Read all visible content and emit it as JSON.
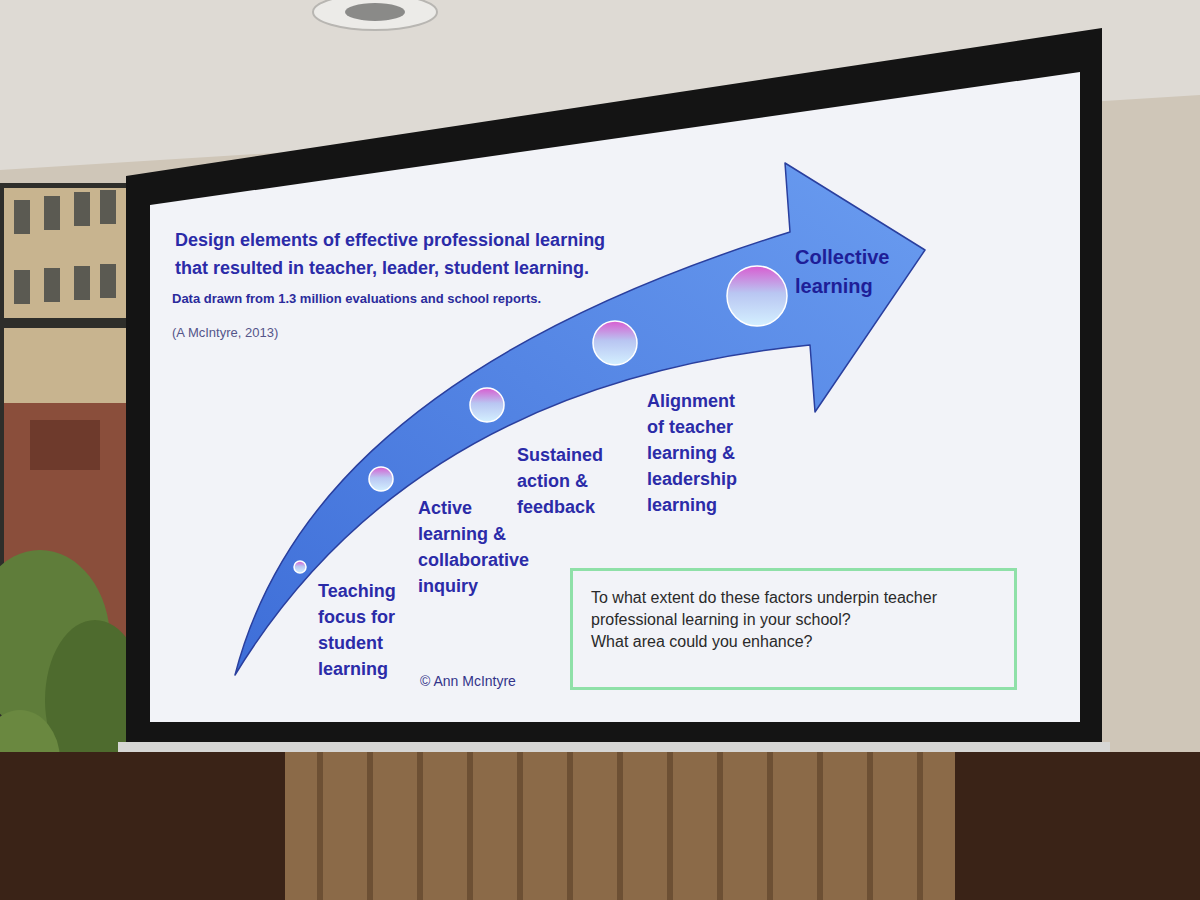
{
  "diagram": {
    "title": "Design elements of effective professional learning that resulted in teacher, leader, student learning.",
    "nodes": [
      {
        "text": [
          "Collective learning"
        ]
      },
      {
        "text": [
          "To what extent do these factors underpin teacher professional learning in your school?",
          "What area could you enhance?"
        ]
      }
    ],
    "labels": [
      "Data drawn from 1.3 million evaluations and school reports.",
      "(A McIntyre, 2013)",
      "Teaching focus for student learning",
      "Active learning & collaborative inquiry",
      "Sustained action & feedback",
      "Alignment of teacher learning & leadership learning",
      "© Ann McIntyre"
    ]
  }
}
